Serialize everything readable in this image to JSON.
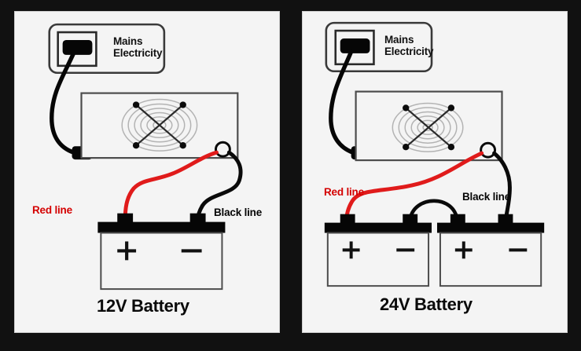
{
  "figure": {
    "background_color": "#111111",
    "panel_color": "#f4f4f4",
    "red_color": "#d40000",
    "black_color": "#060606"
  },
  "panels": [
    {
      "id": "left",
      "title": "12V Battery",
      "mains_label": "Mains\nElectricity",
      "red_label": "Red line",
      "black_label": "Black line",
      "battery_count": 1,
      "battery_plus": "+",
      "battery_minus": "−"
    },
    {
      "id": "right",
      "title": "24V Battery",
      "mains_label": "Mains\nElectricity",
      "red_label": "Red line",
      "black_label": "Black line",
      "battery_count": 2,
      "battery_plus": "+",
      "battery_minus": "−"
    }
  ]
}
